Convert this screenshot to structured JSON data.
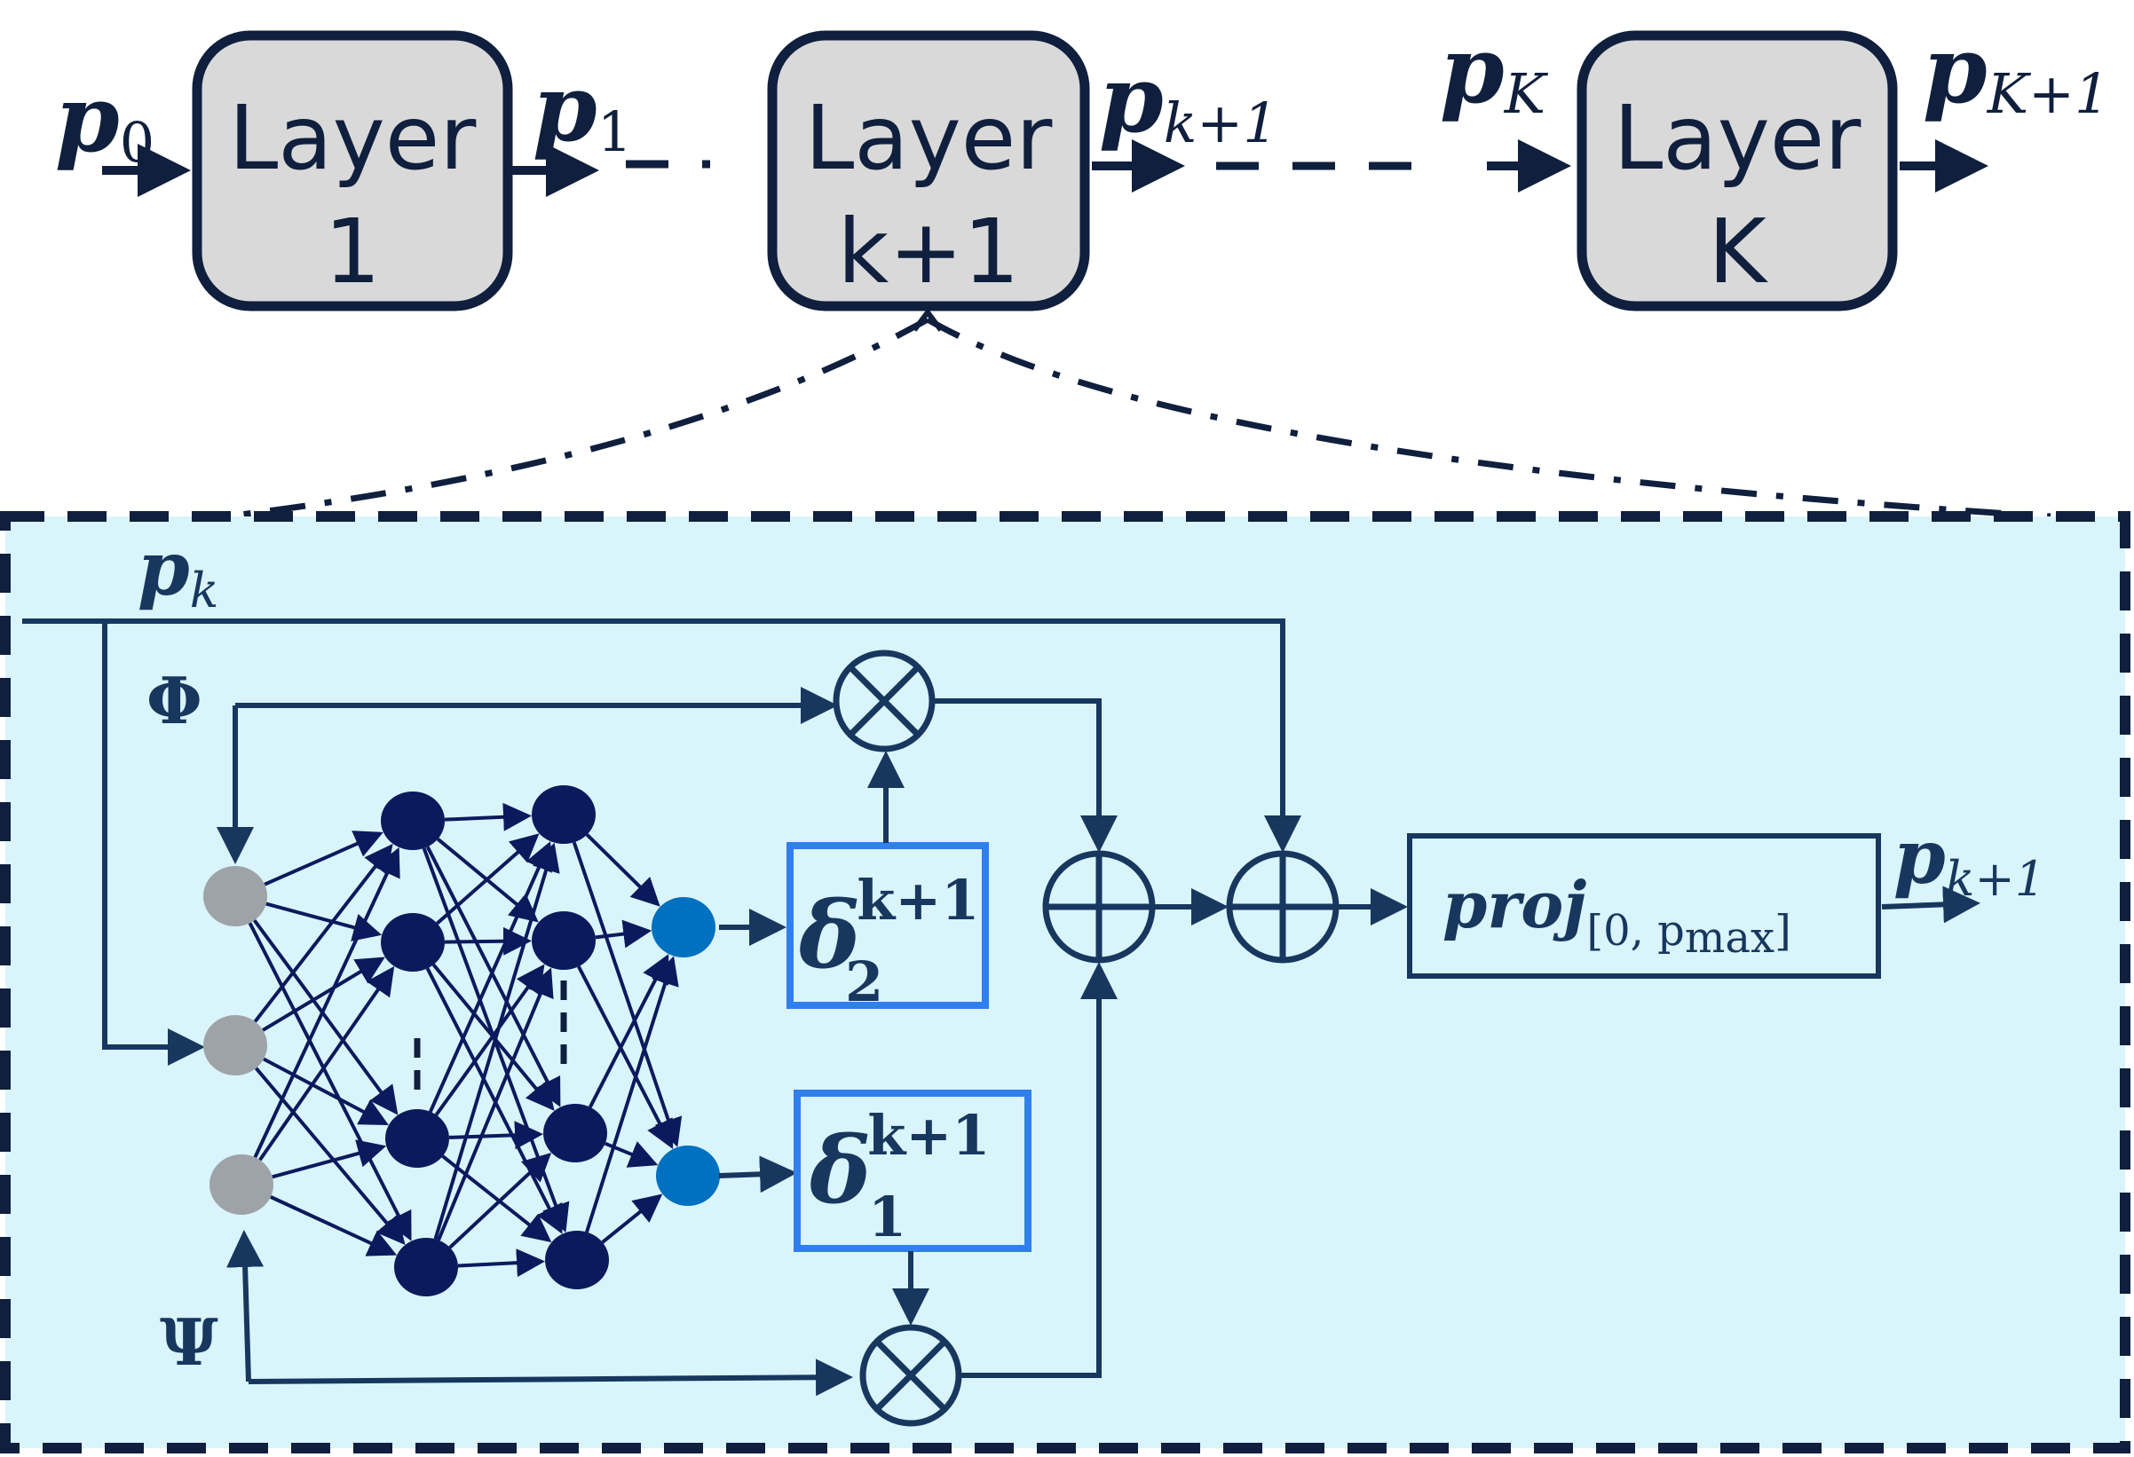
{
  "top_chain": {
    "layers": [
      {
        "line1": "Layer",
        "line2": "1"
      },
      {
        "line1": "Layer",
        "line2": "k+1"
      },
      {
        "line1": "Layer",
        "line2": "K"
      }
    ],
    "signals": [
      {
        "base": "p",
        "sub": "0"
      },
      {
        "base": "p",
        "sub": "1"
      },
      {
        "base": "p",
        "sub": "k+1"
      },
      {
        "base": "p",
        "sub": "K"
      },
      {
        "base": "p",
        "sub": "K+1"
      }
    ]
  },
  "detail": {
    "input_pk": {
      "base": "p",
      "sub": "k"
    },
    "phi": "Φ",
    "psi": "Ψ",
    "delta2": {
      "base": "δ",
      "sup": "k+1",
      "sub": "2"
    },
    "delta1": {
      "base": "δ",
      "sup": "k+1",
      "sub": "1"
    },
    "proj": {
      "base": "proj",
      "sub_open": "[0, p",
      "sub_sub": "max",
      "sub_close": "]"
    },
    "output_pk1": {
      "base": "p",
      "sub": "k+1"
    },
    "multiply_symbol": "multiply-icon",
    "add_symbol": "add-icon"
  },
  "colors": {
    "dark_navy": "#0f1f3d",
    "wire_blue": "#17375e",
    "panel_fill": "#d9f4fb",
    "layer_fill": "#d9d9d9",
    "delta_border": "#2f80ed",
    "hidden_node": "#0a1a5c",
    "output_node": "#0070c0",
    "input_node": "#9ea3a8"
  }
}
